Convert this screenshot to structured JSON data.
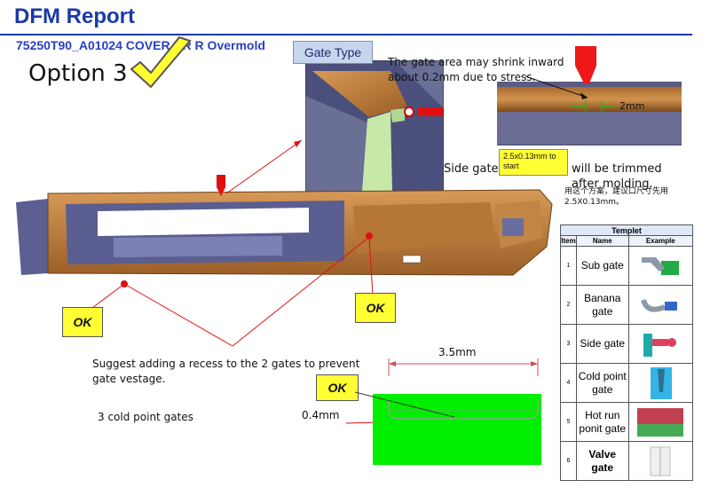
{
  "header": {
    "title": "DFM Report",
    "subtitle": "75250T90_A01024 COVER RR R Overmold",
    "option": "Option 3",
    "gate_type_label": "Gate Type"
  },
  "notes": {
    "shrink": "The gate area may shrink inward about 0.2mm due to stress.",
    "side_gate_start": "Side gate",
    "side_gate_end": "will be trimmed after molding.",
    "dim_2mm": "2mm",
    "yellow_note": "2.5x0.13mm to start",
    "chinese_note": "用这个方案，建议口尺寸先用2.5X0.13mm。",
    "recess": "Suggest adding a recess to the 2 gates to prevent gate vestage.",
    "cold_point_count": "3 cold point gates",
    "dim_35": "3.5mm",
    "dim_04": "0.4mm"
  },
  "ok_badges": [
    "OK",
    "OK",
    "OK"
  ],
  "templet": {
    "title": "Templet",
    "columns": [
      "Item",
      "Name",
      "Example"
    ],
    "rows": [
      {
        "item": "1",
        "name": "Sub gate",
        "icon": "sub-gate-icon"
      },
      {
        "item": "2",
        "name": "Banana gate",
        "icon": "banana-gate-icon"
      },
      {
        "item": "3",
        "name": "Side gate",
        "icon": "side-gate-icon"
      },
      {
        "item": "4",
        "name": "Cold point gate",
        "icon": "cold-point-gate-icon"
      },
      {
        "item": "5",
        "name": "Hot run ponit gate",
        "icon": "hot-runner-gate-icon"
      },
      {
        "item": "6",
        "name": "Valve gate",
        "icon": "valve-gate-icon"
      }
    ]
  },
  "colors": {
    "title_blue": "#1a3aa8",
    "part_brown": "#b87a3a",
    "ok_yellow": "#ffff33",
    "recess_green": "#00ee00",
    "gate_red": "#e01010"
  }
}
